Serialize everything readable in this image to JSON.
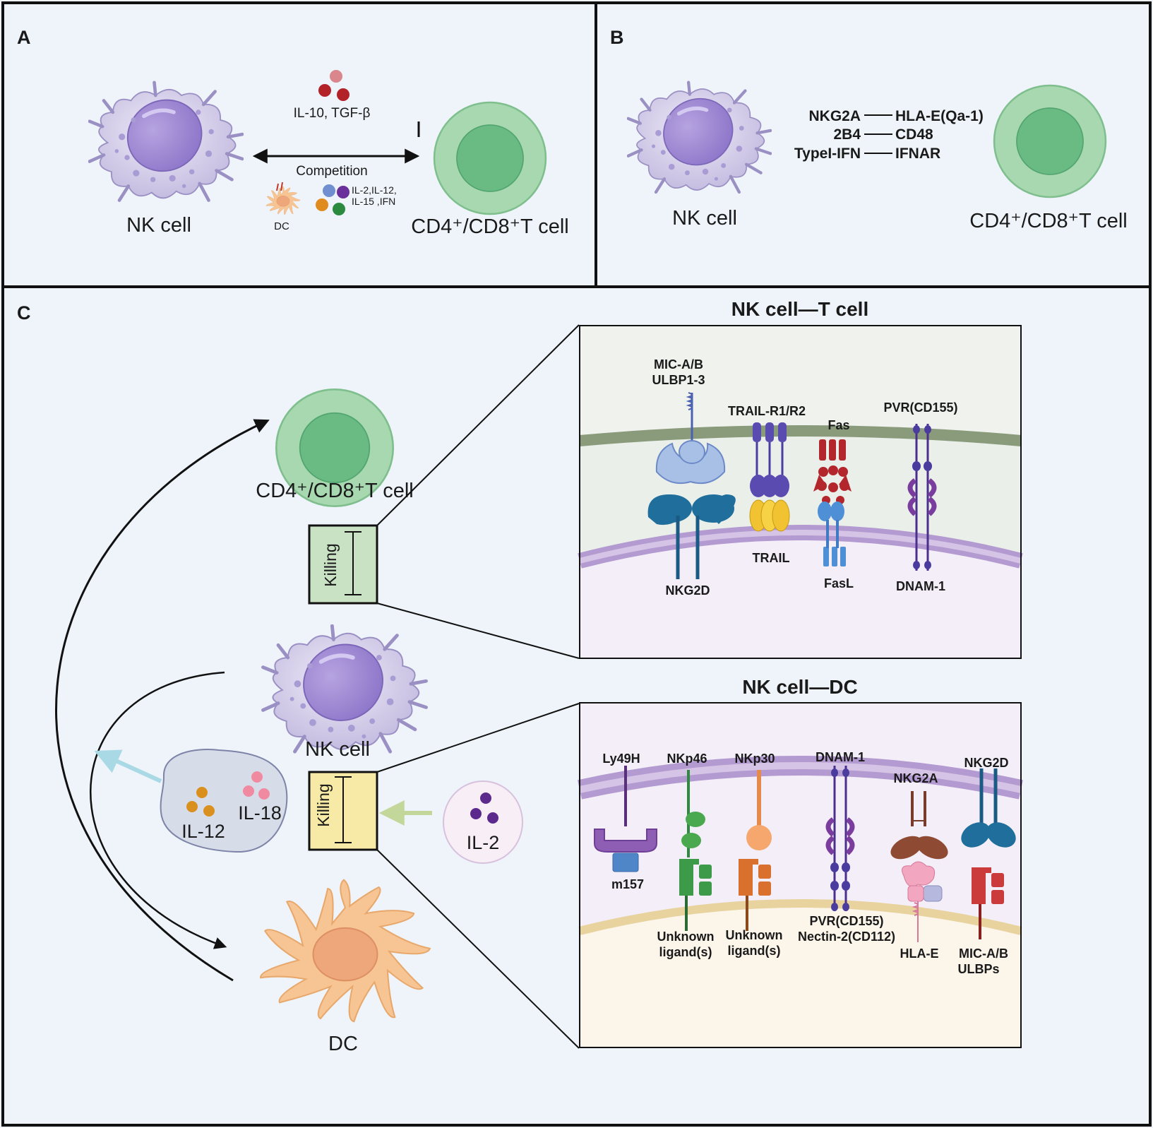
{
  "panels": {
    "a": "A",
    "b": "B",
    "c": "C"
  },
  "panel_a": {
    "nk_label": "NK cell",
    "t_label": "CD4⁺/CD8⁺T cell",
    "inhibit_label": "IL-10, TGF-β",
    "competition_label": "Competition",
    "dc_label": "DC",
    "cytokines_line1": "IL-2,IL-12,",
    "cytokines_line2": "IL-15 ,IFN"
  },
  "panel_b": {
    "nk_label": "NK cell",
    "t_label": "CD4⁺/CD8⁺T cell",
    "pairs": [
      {
        "left": "NKG2A",
        "right": "HLA-E(Qa-1)"
      },
      {
        "left": "2B4",
        "right": "CD48"
      },
      {
        "left": "TypeI-IFN",
        "right": "IFNAR"
      }
    ]
  },
  "panel_c": {
    "t_label": "CD4⁺/CD8⁺T cell",
    "nk_label": "NK cell",
    "dc_label": "DC",
    "killing_top": "Killing",
    "killing_bottom": "Killing",
    "il12": "IL-12",
    "il18": "IL-18",
    "il2": "IL-2",
    "inset_t": {
      "title": "NK cell—T cell",
      "mic_line1": "MIC-A/B",
      "mic_line2": "ULBP1-3",
      "trail_r": "TRAIL-R1/R2",
      "fas": "Fas",
      "pvr": "PVR(CD155)",
      "nkg2d": "NKG2D",
      "trail": "TRAIL",
      "fasl": "FasL",
      "dnam1": "DNAM-1"
    },
    "inset_dc": {
      "title": "NK cell—DC",
      "ly49h": "Ly49H",
      "nkp46": "NKp46",
      "nkp30": "NKp30",
      "dnam1": "DNAM-1",
      "nkg2a": "NKG2A",
      "nkg2d": "NKG2D",
      "m157": "m157",
      "unknown1_line1": "Unknown",
      "unknown1_line2": "ligand(s)",
      "unknown2_line1": "Unknown",
      "unknown2_line2": "ligand(s)",
      "pvr_line1": "PVR(CD155)",
      "pvr_line2": "Nectin-2(CD112)",
      "hlae": "HLA-E",
      "mic_line1": "MIC-A/B",
      "mic_line2": "ULBPs"
    }
  },
  "colors": {
    "background": "#eef4fa",
    "nk_cell": "#c9c2e3",
    "t_cell_outer": "#a8d8b0",
    "t_cell_inner": "#6aba84",
    "dc": "#f5c08a",
    "killing_t": "#c9e2c4",
    "killing_dc": "#f6eaa6"
  }
}
